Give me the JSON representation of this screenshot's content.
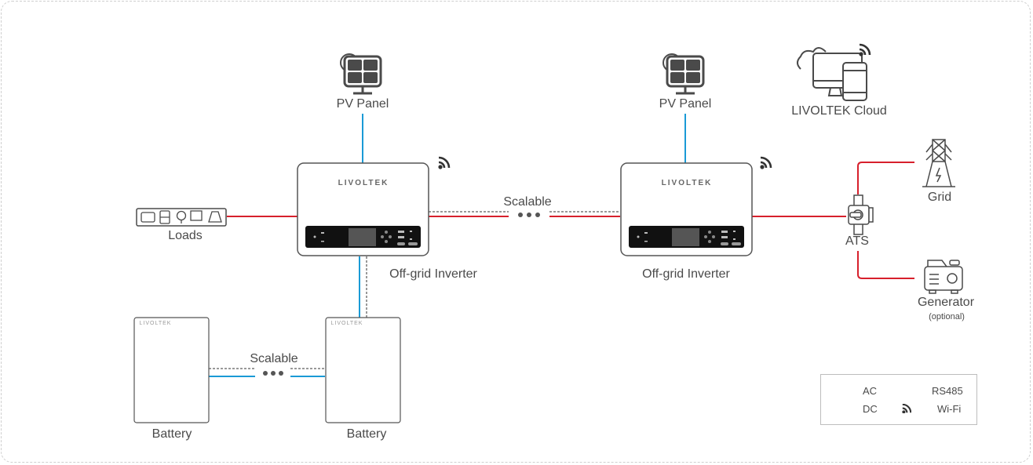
{
  "title": "Off-grid Inverter System Diagram",
  "nodes": {
    "pv_panel_1": "PV Panel",
    "pv_panel_2": "PV Panel",
    "cloud": "LIVOLTEK Cloud",
    "inverter_1": "Off-grid Inverter",
    "inverter_2": "Off-grid Inverter",
    "loads": "Loads",
    "grid": "Grid",
    "ats": "ATS",
    "generator": "Generator",
    "generator_note": "(optional)",
    "battery_1": "Battery",
    "battery_2": "Battery",
    "brand": "LIVOLTEK"
  },
  "connectors": {
    "scalable_inverters": "Scalable",
    "scalable_batteries": "Scalable"
  },
  "legend": {
    "ac": "AC",
    "dc": "DC",
    "rs485": "RS485",
    "wifi": "Wi-Fi"
  },
  "colors": {
    "ac": "#d7202c",
    "dc": "#1a9ad6",
    "rs485": "#333333",
    "icon": "#4a4a4a"
  }
}
